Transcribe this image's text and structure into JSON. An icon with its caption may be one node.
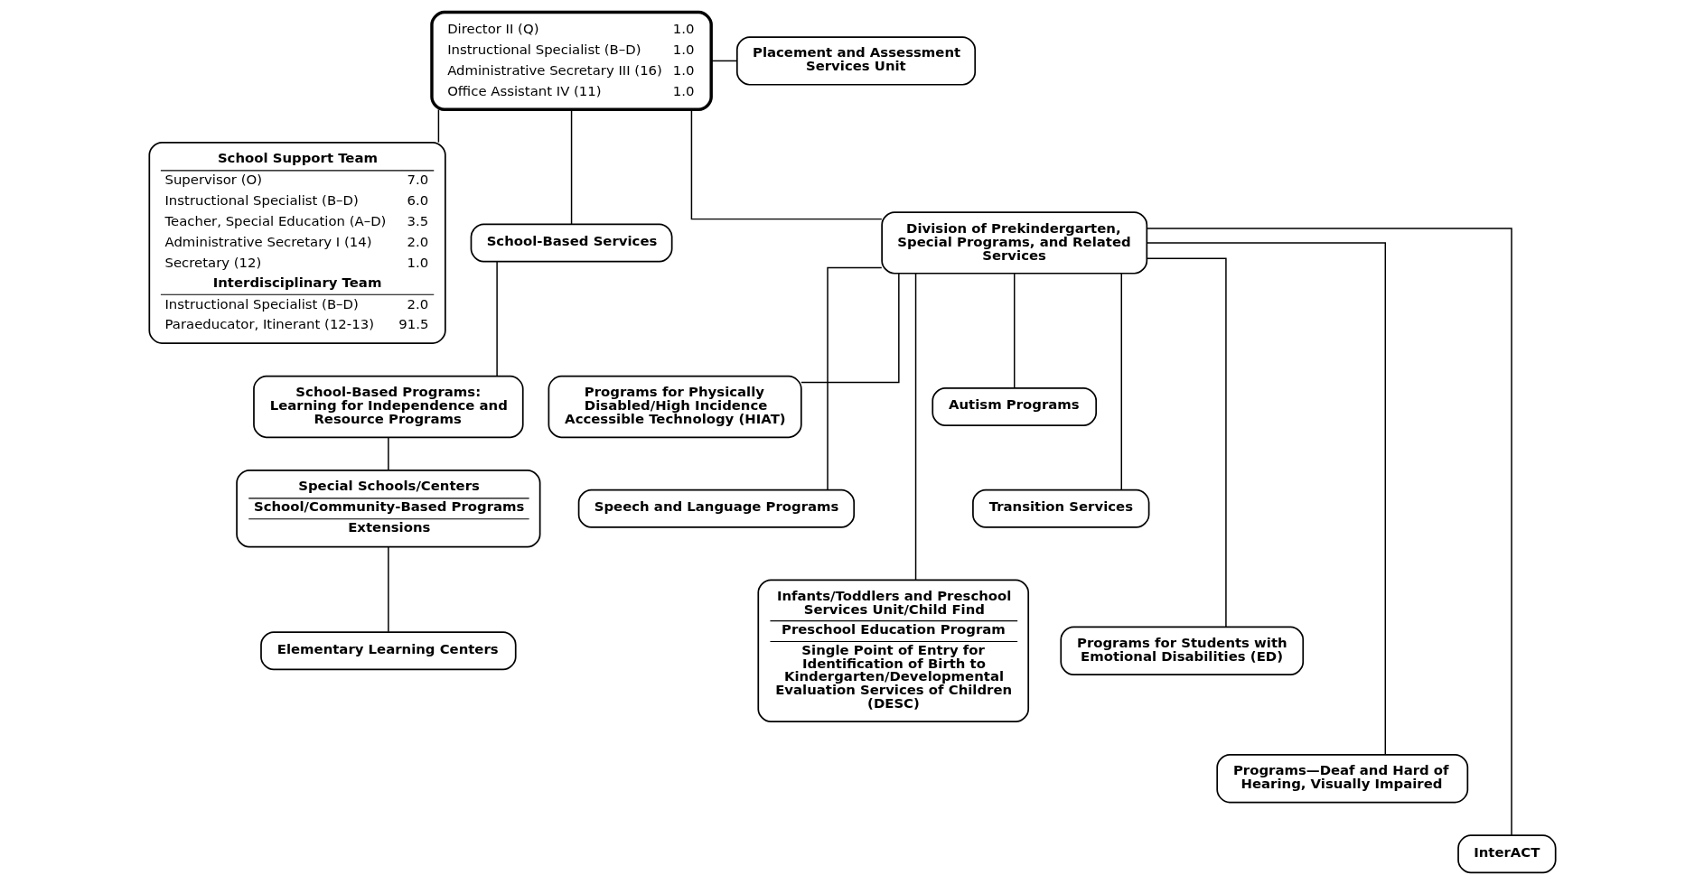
{
  "diagram": {
    "nodes": [
      {
        "text": [
          "Director II (Q)",
          "1.0",
          "Instructional Specialist (B–D)",
          "1.0",
          "Administrative Secretary III (16)",
          "1.0",
          "Office Assistant IV (11)",
          "1.0"
        ]
      },
      {
        "text": [
          "Placement and Assessment Services Unit"
        ]
      },
      {
        "text": [
          "School Support Team",
          "Supervisor (O)",
          "7.0",
          "Instructional Specialist (B–D)",
          "6.0",
          "Teacher, Special Education (A–D)",
          "3.5",
          "Administrative Secretary I (14)",
          "2.0",
          "Secretary (12)",
          "1.0",
          "Interdisciplinary Team",
          "Instructional Specialist (B–D)",
          "2.0",
          "Paraeducator, Itinerant (12-13)",
          "91.5"
        ]
      },
      {
        "text": [
          "School-Based Services"
        ]
      },
      {
        "text": [
          "School-Based Programs: Learning for Independence and Resource Programs"
        ]
      },
      {
        "text": [
          "Special Schools/Centers",
          "School/Community-Based Programs",
          "Extensions"
        ]
      },
      {
        "text": [
          "Elementary Learning Centers"
        ]
      },
      {
        "text": [
          "Division of Prekindergarten, Special Programs, and Related Services"
        ]
      },
      {
        "text": [
          "Programs for Physically Disabled/High Incidence Accessible Technology (HIAT)"
        ]
      },
      {
        "text": [
          "Speech and Language Programs"
        ]
      },
      {
        "text": [
          "Infants/Toddlers and Preschool Services Unit/Child Find",
          "Preschool Education Program",
          "Single Point of Entry for Identification of Birth to Kindergarten/Developmental Evaluation Services of Children (DESC)"
        ]
      },
      {
        "text": [
          "Autism Programs"
        ]
      },
      {
        "text": [
          "Transition Services"
        ]
      },
      {
        "text": [
          "Programs for Students with Emotional Disabilities (ED)"
        ]
      },
      {
        "text": [
          "Programs—Deaf and Hard of Hearing, Visually Impaired"
        ]
      },
      {
        "text": [
          "InterACT"
        ]
      }
    ],
    "edges": [
      {
        "from": 0,
        "to": 1,
        "arrow": "none"
      },
      {
        "from": 0,
        "to": 2,
        "arrow": "none"
      },
      {
        "from": 0,
        "to": 3,
        "arrow": "none"
      },
      {
        "from": 0,
        "to": 7,
        "arrow": "none"
      },
      {
        "from": 3,
        "to": 4,
        "arrow": "none"
      },
      {
        "from": 4,
        "to": 5,
        "arrow": "none"
      },
      {
        "from": 5,
        "to": 6,
        "arrow": "none"
      },
      {
        "from": 7,
        "to": 8,
        "arrow": "none"
      },
      {
        "from": 7,
        "to": 9,
        "arrow": "none"
      },
      {
        "from": 7,
        "to": 10,
        "arrow": "none"
      },
      {
        "from": 7,
        "to": 11,
        "arrow": "none"
      },
      {
        "from": 7,
        "to": 12,
        "arrow": "none"
      },
      {
        "from": 7,
        "to": 13,
        "arrow": "none"
      },
      {
        "from": 7,
        "to": 14,
        "arrow": "none"
      },
      {
        "from": 7,
        "to": 15,
        "arrow": "none"
      }
    ]
  }
}
